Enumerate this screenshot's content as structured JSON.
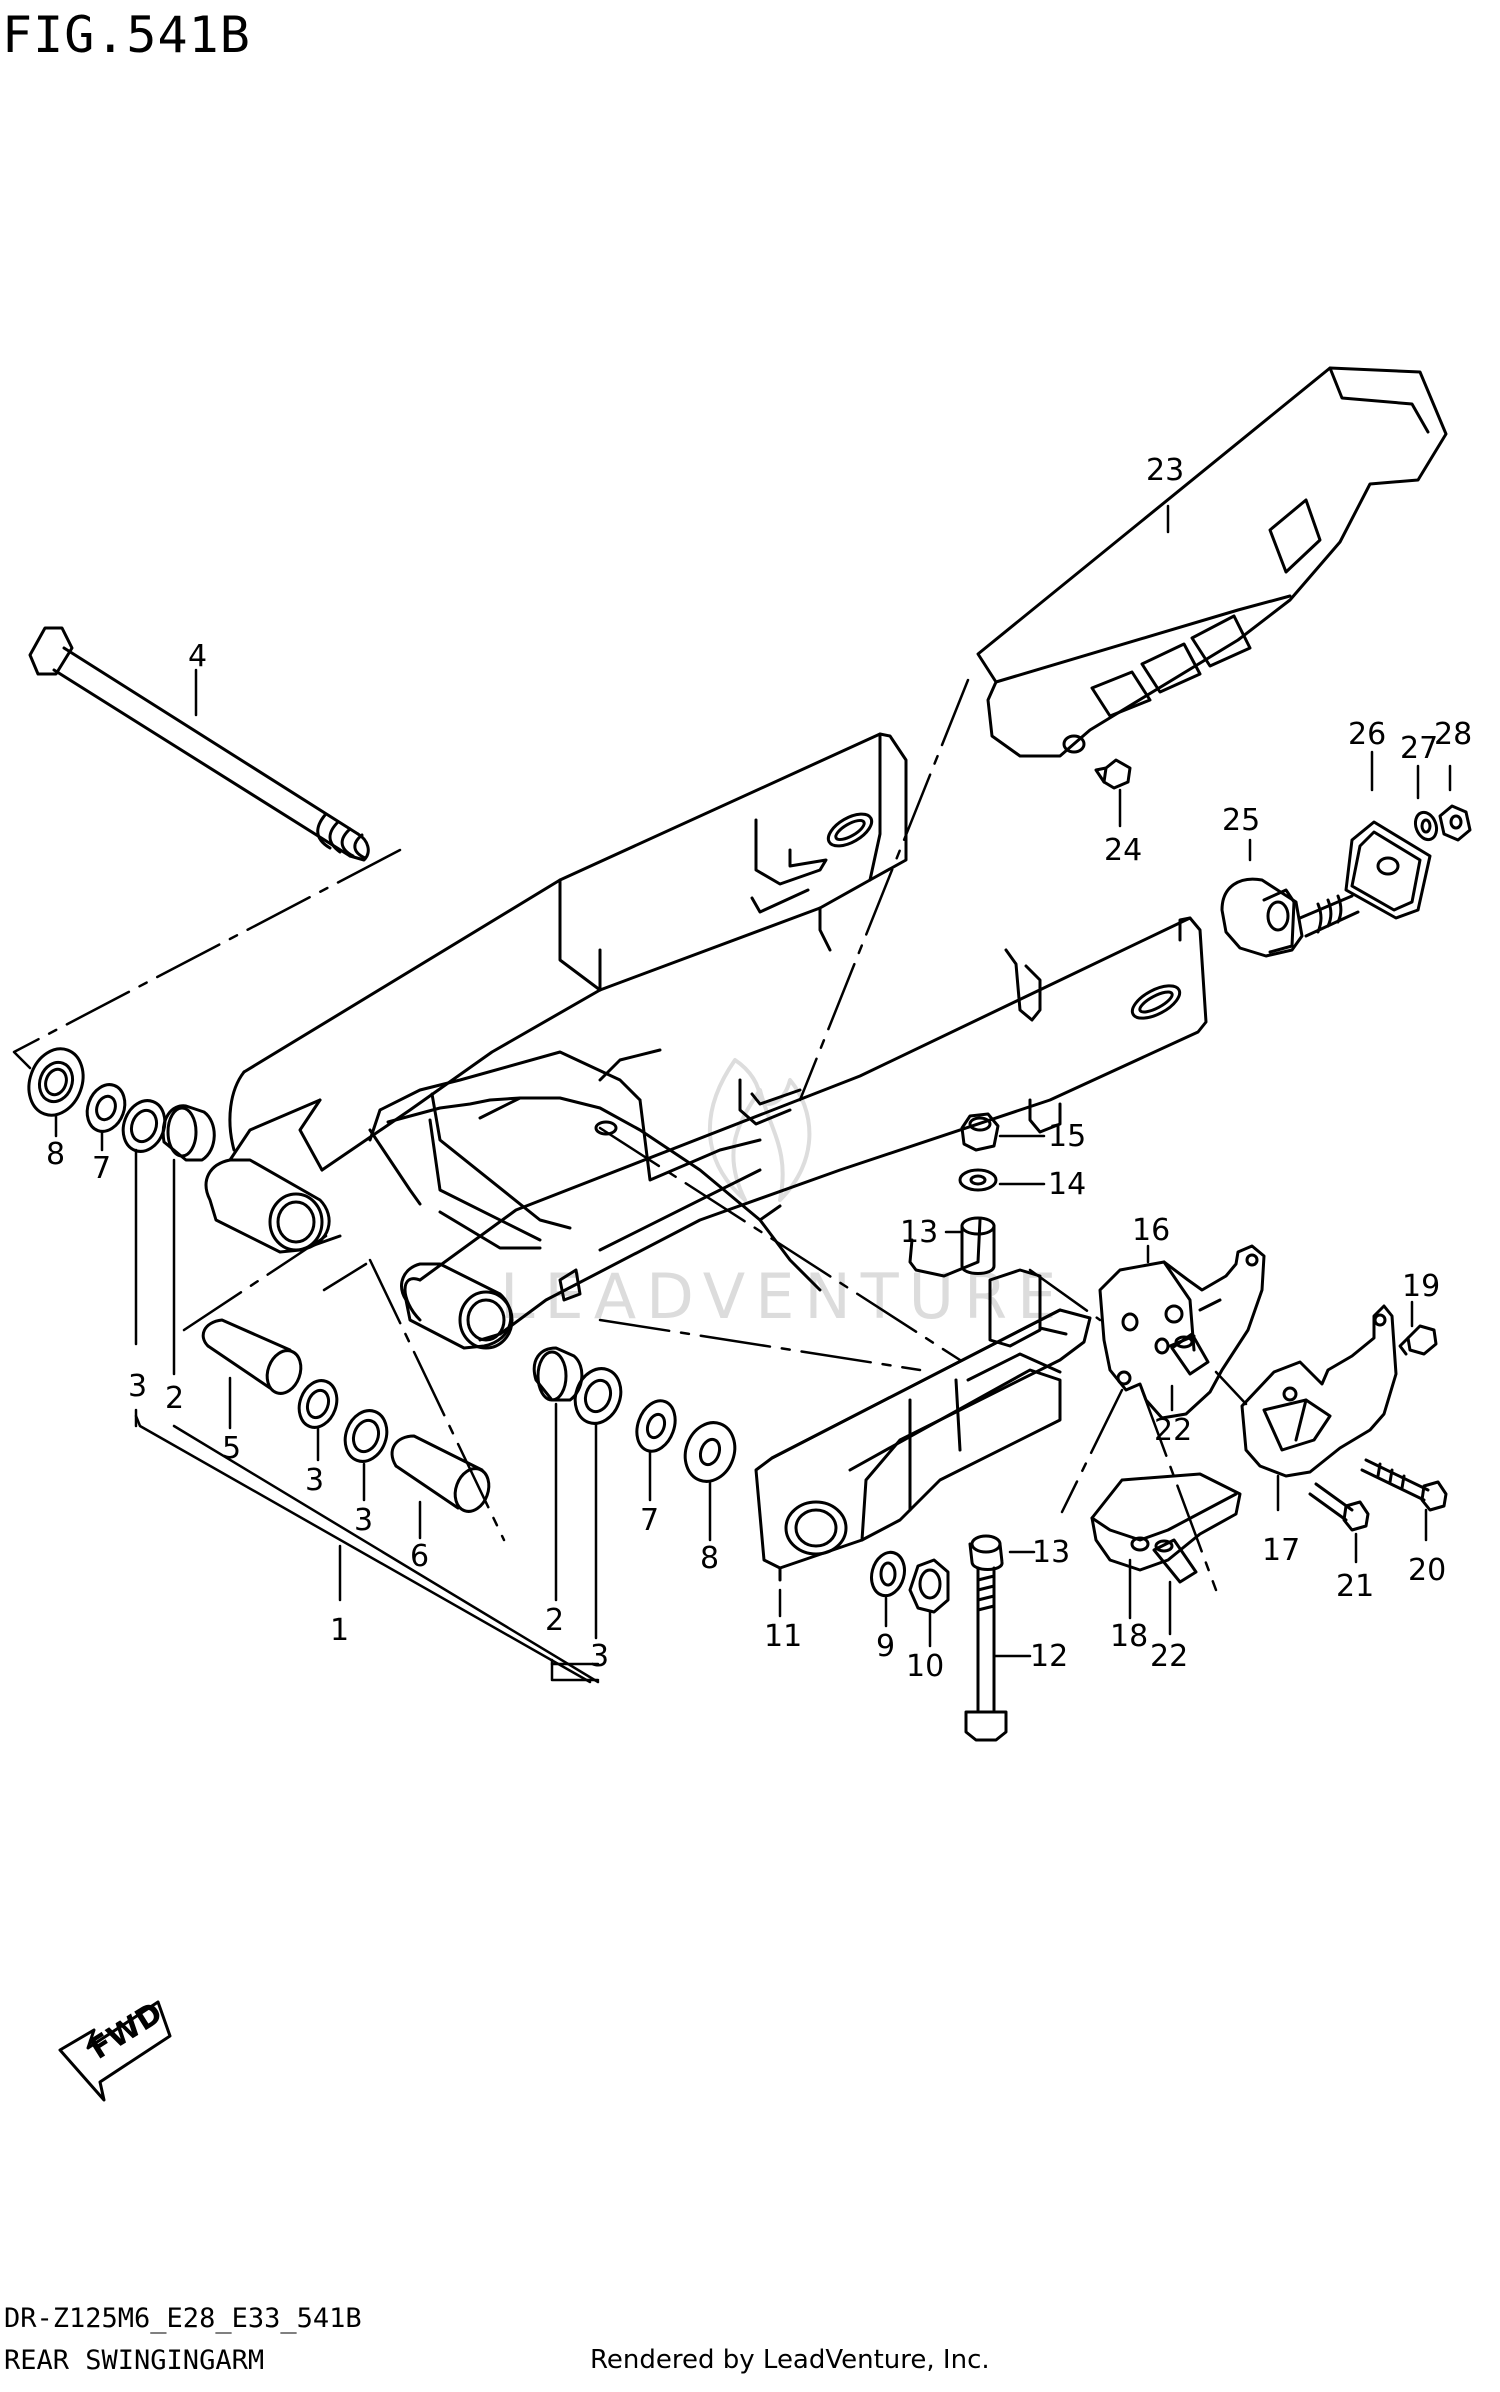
{
  "figure_title": "FIG.541B",
  "model_code": "DR-Z125M6_E28_E33_541B",
  "diagram_name": "REAR SWINGINGARM",
  "rendered_by": "Rendered by LeadVenture, Inc.",
  "watermark": "LEADVENTURE",
  "fwd_label": "FWD",
  "callouts": {
    "c1": "1",
    "c2a": "2",
    "c2b": "2",
    "c3a": "3",
    "c3b": "3",
    "c3c": "3",
    "c3d": "3",
    "c4": "4",
    "c5": "5",
    "c6": "6",
    "c7a": "7",
    "c7b": "7",
    "c8a": "8",
    "c8b": "8",
    "c9": "9",
    "c10": "10",
    "c11": "11",
    "c12": "12",
    "c13a": "13",
    "c13b": "13",
    "c14": "14",
    "c15": "15",
    "c16": "16",
    "c17": "17",
    "c18": "18",
    "c19": "19",
    "c20": "20",
    "c21": "21",
    "c22a": "22",
    "c22b": "22",
    "c23": "23",
    "c24": "24",
    "c25": "25",
    "c26": "26",
    "c27": "27",
    "c28": "28"
  }
}
